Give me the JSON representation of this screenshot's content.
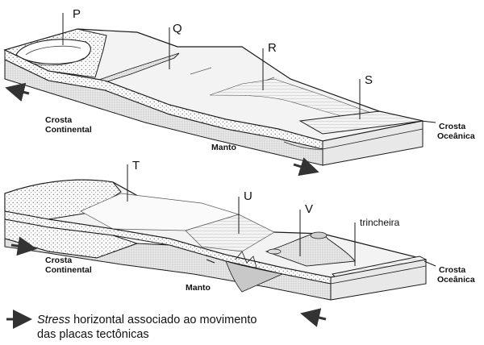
{
  "labels": {
    "P": "P",
    "Q": "Q",
    "R": "R",
    "S": "S",
    "T": "T",
    "U": "U",
    "V": "V",
    "trench": "trincheira"
  },
  "top_block": {
    "crust_continental": [
      "Crosta",
      "Continental"
    ],
    "crust_oceanic": [
      "Crosta",
      "Oceânica"
    ],
    "mantle": "Manto"
  },
  "bottom_block": {
    "crust_continental": [
      "Crosta",
      "Continental"
    ],
    "crust_oceanic": [
      "Crosta",
      "Oceânica"
    ],
    "mantle": "Manto"
  },
  "legend": {
    "line1_italic": "Stress",
    "line1_rest": " horizontal associado ao movimento",
    "line2": "das placas tectônicas"
  },
  "colors": {
    "ink": "#1a1a1a",
    "stipple": "#7a7a7a",
    "mantle": "#d9d9d9",
    "surface": "#f1f1f1"
  }
}
